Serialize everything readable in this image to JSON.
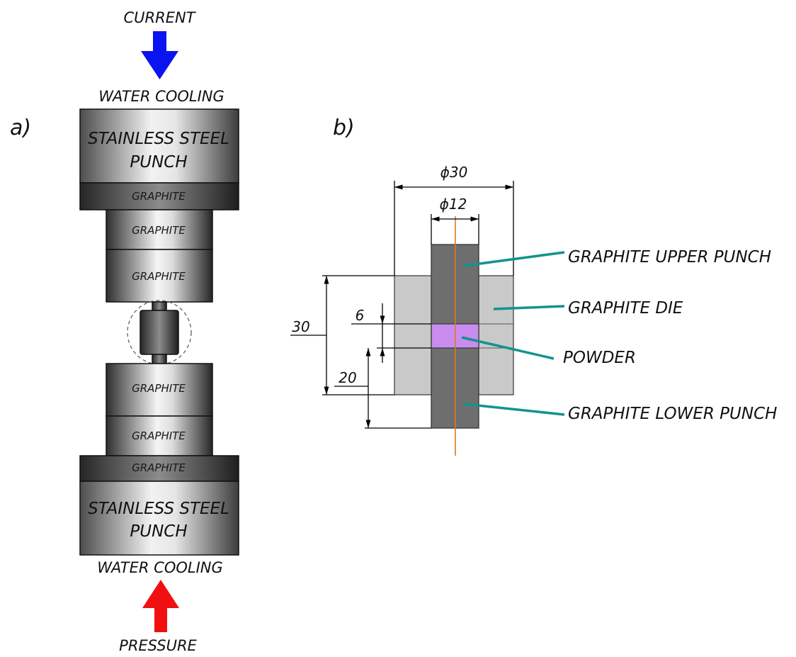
{
  "panel_a": {
    "label": "a)",
    "current_label": "CURRENT",
    "pressure_label": "PRESSURE",
    "top_cooling": "WATER COOLING",
    "bottom_cooling": "WATER COOLING",
    "top_punch_line1": "STAINLESS STEEL",
    "top_punch_line2": "PUNCH",
    "bottom_punch_line1": "STAINLESS STEEL",
    "bottom_punch_line2": "PUNCH",
    "graphite_labels": [
      "GRAPHITE",
      "GRAPHITE",
      "GRAPHITE",
      "GRAPHITE",
      "GRAPHITE",
      "GRAPHITE"
    ],
    "current_arrow_color": "#0a14f0",
    "pressure_arrow_color": "#f01010"
  },
  "panel_b": {
    "label": "b)",
    "dim_outer_diameter": "ϕ30",
    "dim_inner_diameter": "ϕ12",
    "dim_die_height": "30",
    "dim_powder_height": "6",
    "dim_lower_punch": "20",
    "callouts": {
      "upper_punch": "GRAPHITE UPPER PUNCH",
      "die": "GRAPHITE DIE",
      "powder": "POWDER",
      "lower_punch": "GRAPHITE LOWER PUNCH"
    },
    "colors": {
      "punch": "#6e6e6e",
      "die": "#c9c9c9",
      "powder": "#c98cf0",
      "axis": "#e07a1a",
      "leader": "#13938e"
    }
  }
}
